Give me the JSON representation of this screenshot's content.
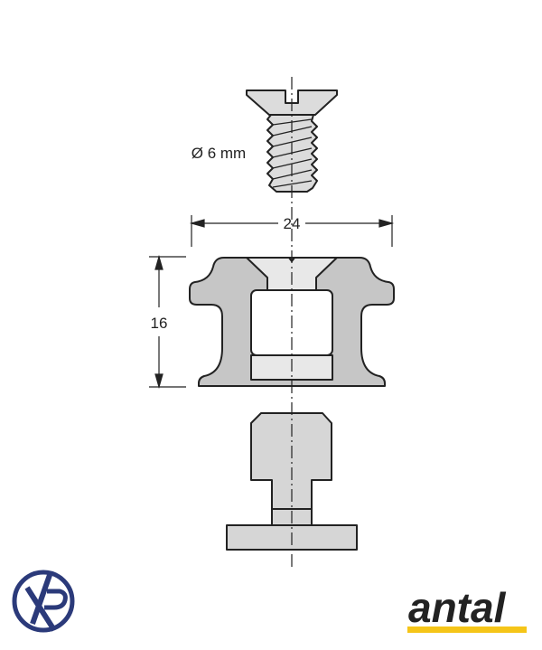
{
  "labels": {
    "thread_diameter": "Ø 6 mm",
    "width_dim": "24",
    "height_dim": "16"
  },
  "logos": {
    "left": "XP",
    "right": "antal"
  },
  "colors": {
    "part_dark": "#c8c8c8",
    "part_light": "#e6e6e6",
    "navy": "#2b3a7a",
    "yellow": "#f5c518",
    "outline": "#222222"
  }
}
